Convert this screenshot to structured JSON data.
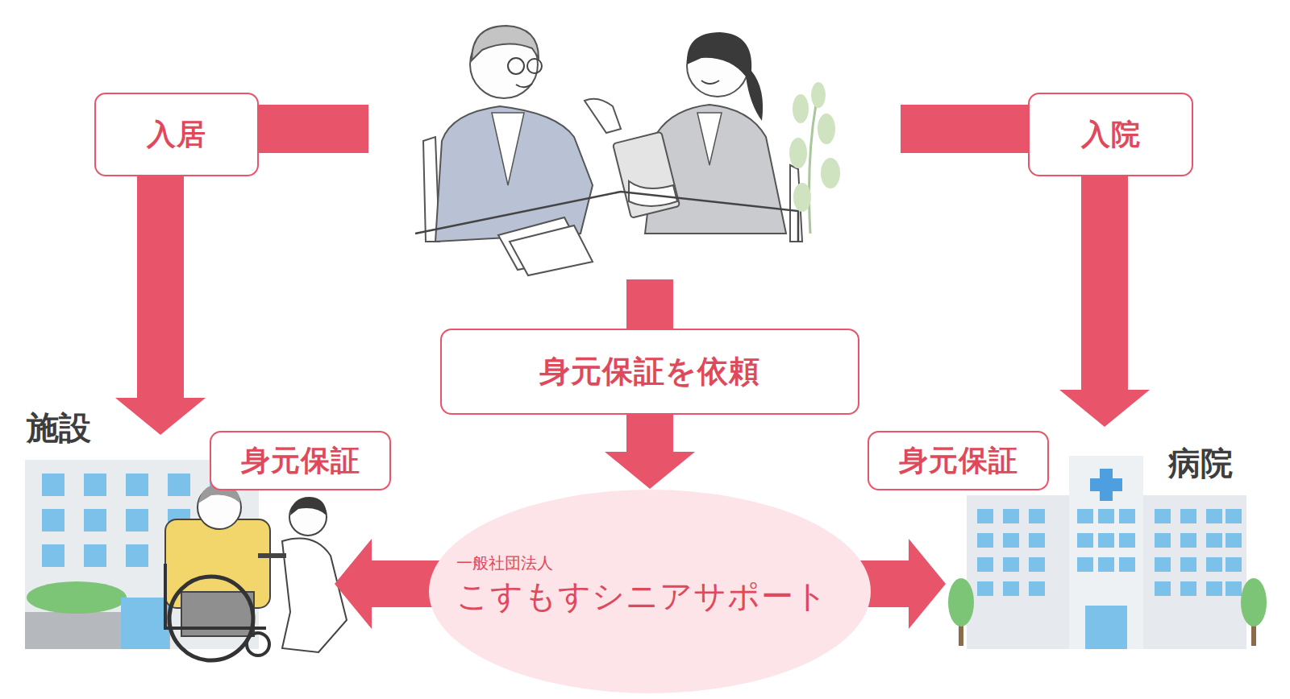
{
  "diagram": {
    "nodes": [
      {
        "text": [
          "入居"
        ]
      },
      {
        "text": [
          "入院"
        ]
      },
      {
        "text": [
          "身元保証を依頼"
        ]
      },
      {
        "text": [
          "施設"
        ]
      },
      {
        "text": [
          "身元保証"
        ]
      },
      {
        "text": [
          "身元保証"
        ]
      },
      {
        "text": [
          "病院"
        ]
      },
      {
        "text": [
          "一般社団法人",
          "こすもすシニアサポート"
        ]
      }
    ],
    "edges": [
      {
        "from": 0,
        "to": 3,
        "arrow": "to"
      },
      {
        "from": 1,
        "to": 6,
        "arrow": "to"
      },
      {
        "from": 2,
        "to": 7,
        "arrow": "to"
      },
      {
        "from": 7,
        "to": 3,
        "arrow": "to"
      },
      {
        "from": 7,
        "to": 6,
        "arrow": "to"
      }
    ]
  }
}
